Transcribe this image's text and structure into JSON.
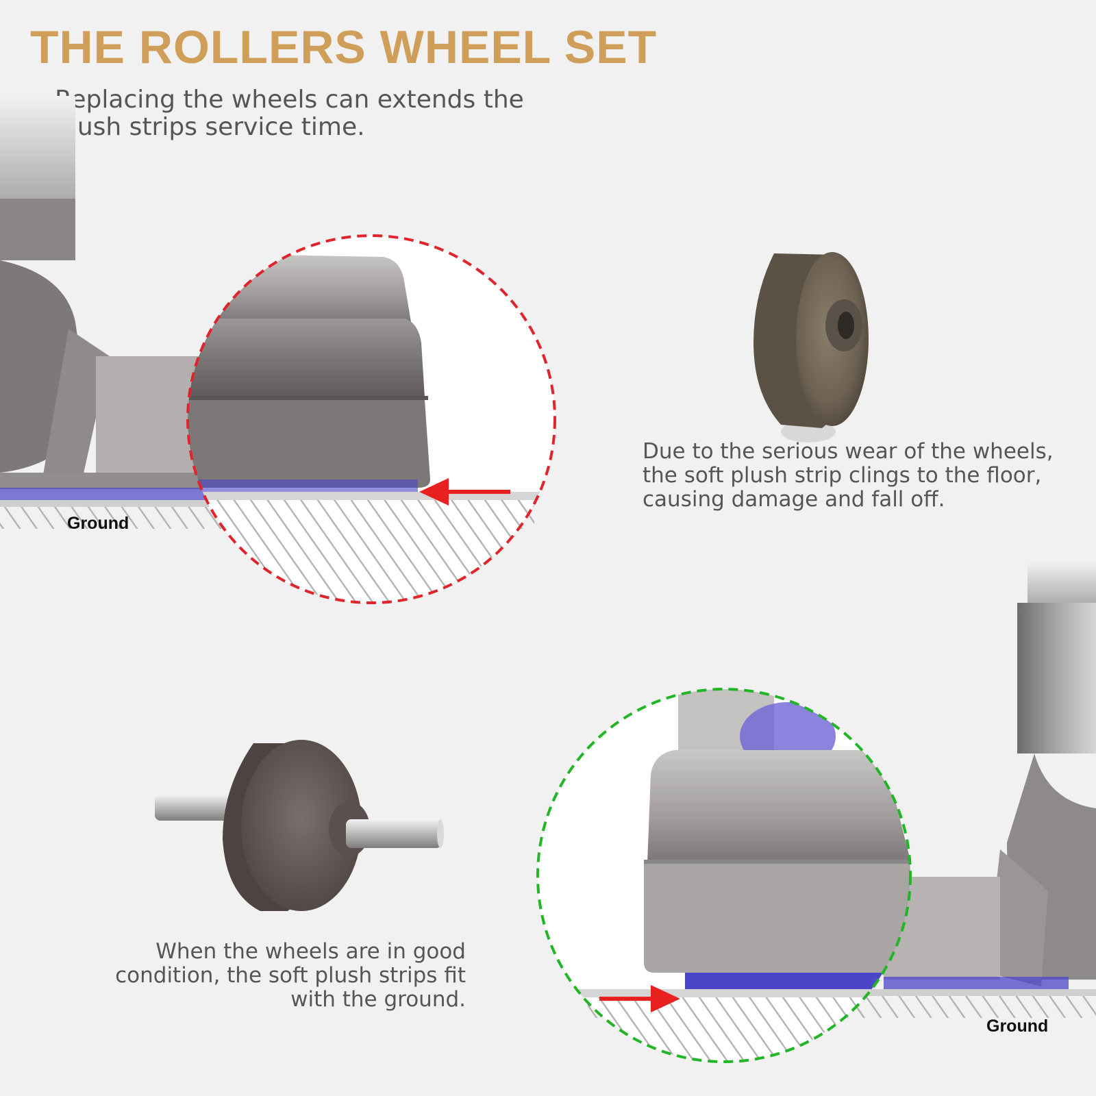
{
  "header": {
    "title": "THE ROLLERS WHEEL SET",
    "subtitle": "Replacing the wheels can extends the plush strips service time."
  },
  "worn_panel": {
    "description": "Due to the serious wear of the wheels, the soft plush strip clings to the floor, causing damage and fall off.",
    "ground_label": "Ground",
    "circle_color": "#e0242b"
  },
  "good_panel": {
    "description": "When the wheels are in good condition, the soft plush strips fit with the ground.",
    "ground_label": "Ground",
    "circle_color": "#22b526"
  },
  "colors": {
    "accent": "#cf9e58",
    "arrow": "#e82020",
    "plush_strip": "#4b45c8"
  }
}
